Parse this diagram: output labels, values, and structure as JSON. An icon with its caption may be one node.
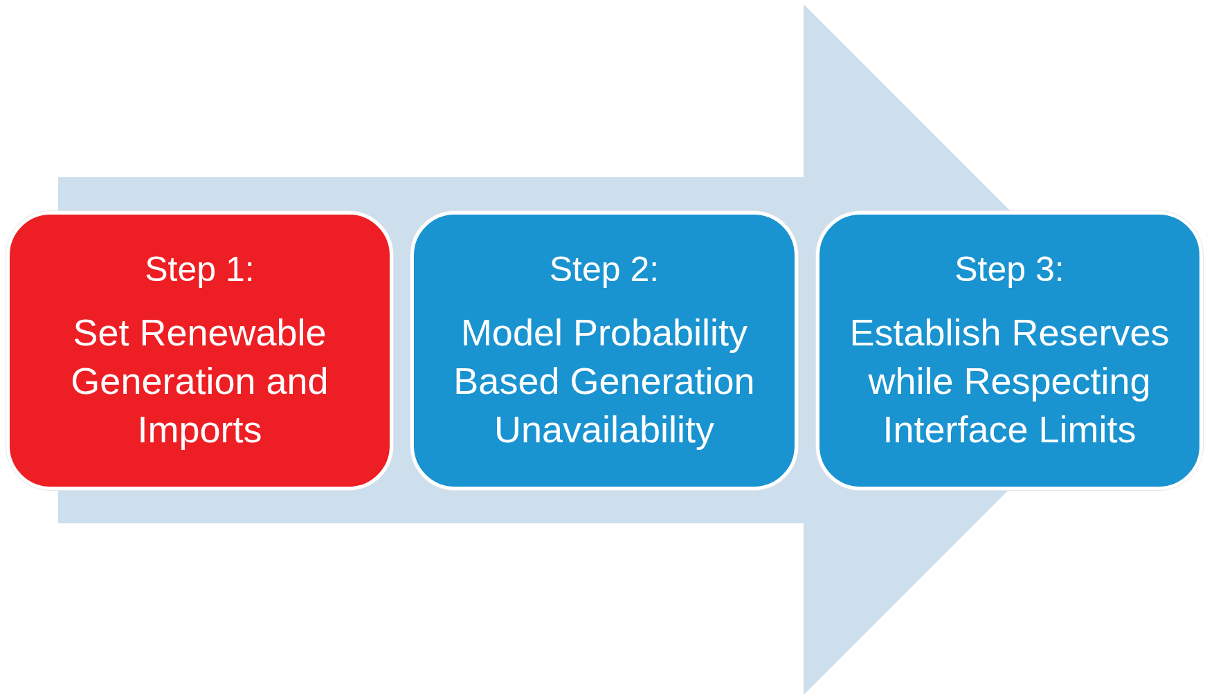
{
  "diagram": {
    "nodes": [
      {
        "text": [
          "Step 1:",
          "Set Renewable Generation and Imports"
        ]
      },
      {
        "text": [
          "Step 2:",
          "Model Probability Based Generation Unavailability"
        ]
      },
      {
        "text": [
          "Step 3:",
          "Establish Reserves while Respecting Interface Limits"
        ]
      }
    ],
    "edges": [
      {
        "from": 0,
        "to": 2,
        "arrow": "to"
      }
    ]
  }
}
